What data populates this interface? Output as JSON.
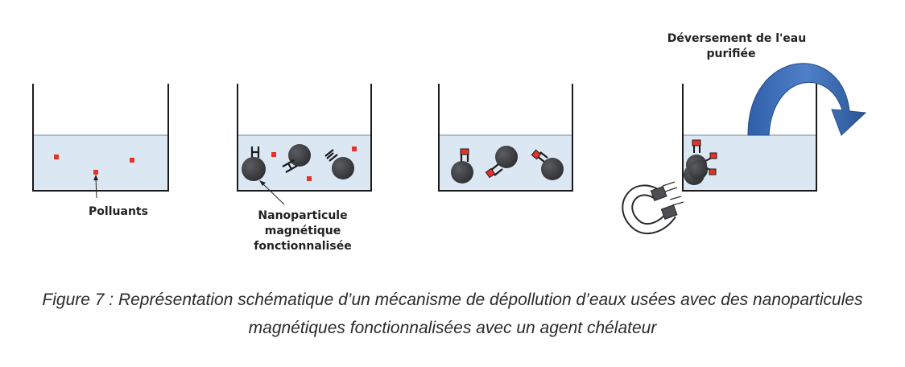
{
  "labels": {
    "pollutants": "Polluants",
    "nanoparticle_line1": "Nanoparticule",
    "nanoparticle_line2": "magnétique",
    "nanoparticle_line3": "fonctionnalisée",
    "discharge_line1": "Déversement de l'eau",
    "discharge_line2": "purifiée"
  },
  "caption": {
    "line1": "Figure 7 : Représentation schématique d’un mécanisme de dépollution d’eaux usées avec des nanoparticules",
    "line2": "magnétiques fonctionnalisées avec un agent chélateur"
  },
  "colors": {
    "water": "#dbe8f3",
    "container_stroke": "#1a1a1a",
    "pollutant": "#e5332a",
    "nanoparticle": "#3c3d40",
    "arrow": "#2d5ea3",
    "magnet": "#ffffff"
  },
  "icons": {
    "nanoparticle": "nanoparticle-icon",
    "magnet": "horseshoe-magnet-icon",
    "discharge_arrow": "curved-arrow-icon"
  }
}
